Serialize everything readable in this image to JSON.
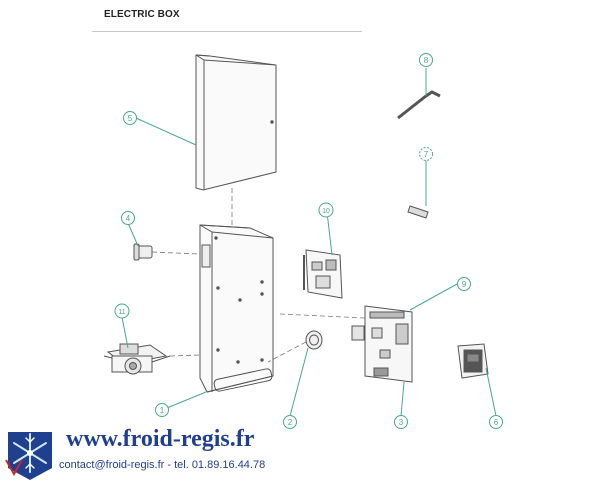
{
  "title": "ELECTRIC BOX",
  "callouts": [
    {
      "label": "1"
    },
    {
      "label": "2"
    },
    {
      "label": "3"
    },
    {
      "label": "4"
    },
    {
      "label": "5"
    },
    {
      "label": "6"
    },
    {
      "label": "7"
    },
    {
      "label": "8"
    },
    {
      "label": "9"
    },
    {
      "label": "10"
    },
    {
      "label": "11"
    }
  ],
  "footer": {
    "website": "www.froid-regis.fr",
    "contact": "contact@froid-regis.fr - tel. 01.89.16.44.78"
  },
  "colors": {
    "callout": "#4aa88a",
    "line": "#555555",
    "brand_blue": "#1f3f8f"
  }
}
